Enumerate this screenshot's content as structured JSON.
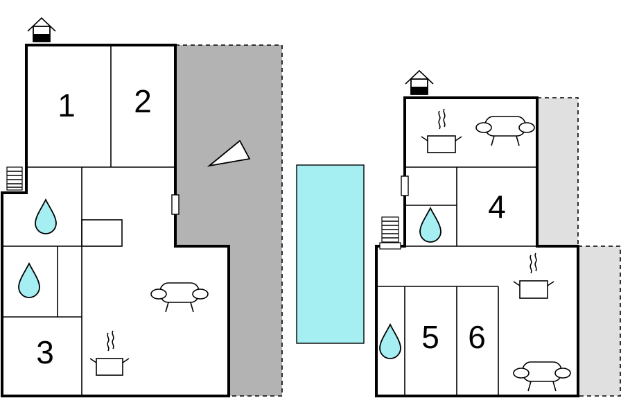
{
  "rooms": {
    "room_1": "1",
    "room_2": "2",
    "room_3": "3",
    "room_4": "4",
    "room_5": "5",
    "room_6": "6"
  },
  "colors": {
    "terrace_left": "#b3b3b3",
    "terrace_right": "#e0e0e0",
    "pool": "#a5eef2",
    "water_drop": "#a5eef2"
  },
  "icons": [
    "house-entrance-icon",
    "stairs-icon",
    "water-drop-icon",
    "cooking-pot-icon",
    "sofa-icon",
    "sun-lounger-icon",
    "door-icon"
  ]
}
